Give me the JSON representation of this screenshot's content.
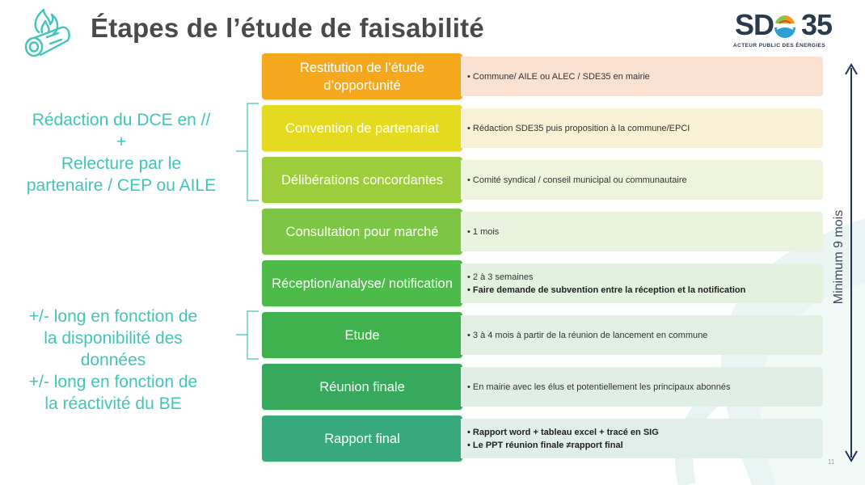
{
  "header": {
    "title": "Étapes de l’étude de faisabilité",
    "logo_icon": "wood-log-flame-icon"
  },
  "brand": {
    "name_left": "SD",
    "name_right": "35",
    "tagline": "ACTEUR PUBLIC DES ÉNERGIES",
    "globe_icon": "globe-icon"
  },
  "side_notes": {
    "group_a": [
      "Rédaction du DCE en //",
      "+",
      "Relecture par le",
      "partenaire / CEP ou AILE"
    ],
    "group_b": [
      "+/- long en fonction de",
      "la disponibilité des",
      "données",
      "+/- long en fonction de",
      "la réactivité du BE"
    ]
  },
  "steps": [
    {
      "label": "Restitution de l’étude d’opportunité",
      "color": "#f5a81c",
      "desc_bg": "#fbe1d2",
      "items": [
        {
          "text": "• Commune/ AILE ou ALEC / SDE35 en mairie",
          "bold": false
        }
      ]
    },
    {
      "label": "Convention de partenariat",
      "color": "#e4da20",
      "desc_bg": "#f8f1d6",
      "items": [
        {
          "text": "• Rédaction SDE35 puis proposition à la commune/EPCI",
          "bold": false
        }
      ]
    },
    {
      "label": "Délibérations concordantes",
      "color": "#9dcd3a",
      "desc_bg": "#eef4dc",
      "items": [
        {
          "text": "• Comité syndical / conseil municipal ou communautaire",
          "bold": false
        }
      ]
    },
    {
      "label": "Consultation pour marché",
      "color": "#7dc545",
      "desc_bg": "#eaf3de",
      "items": [
        {
          "text": "• 1 mois",
          "bold": false
        }
      ]
    },
    {
      "label": "Réception/analyse/ notification",
      "color": "#4dbb49",
      "desc_bg": "#e3f1df",
      "items": [
        {
          "text": "• 2 à 3 semaines",
          "bold": false
        },
        {
          "text": "• Faire demande de subvention entre la réception et la notification",
          "bold": true
        }
      ]
    },
    {
      "label": "Etude",
      "color": "#3fb24d",
      "desc_bg": "#e1f0e2",
      "items": [
        {
          "text": "• 3 à 4 mois à partir de la réunion de lancement en commune",
          "bold": false
        }
      ]
    },
    {
      "label": "Réunion finale",
      "color": "#36a95c",
      "desc_bg": "#e0efe6",
      "items": [
        {
          "text": "• En mairie avec les élus et potentiellement les principaux abonnés",
          "bold": false
        }
      ]
    },
    {
      "label": "Rapport final",
      "color": "#38a97d",
      "desc_bg": "#e0efea",
      "items": [
        {
          "text": "• Rapport word + tableau excel + tracé en SIG",
          "bold": true
        },
        {
          "text": "• Le PPT réunion finale ≠rapport final",
          "bold": true
        }
      ]
    }
  ],
  "duration": {
    "label": "Minimum 9 mois"
  },
  "page_number": "11",
  "colors": {
    "accent_teal": "#43c4b9",
    "title_gray": "#4a4a4a",
    "brand_navy": "#2a3b4d",
    "arrow_navy": "#1f3552"
  }
}
